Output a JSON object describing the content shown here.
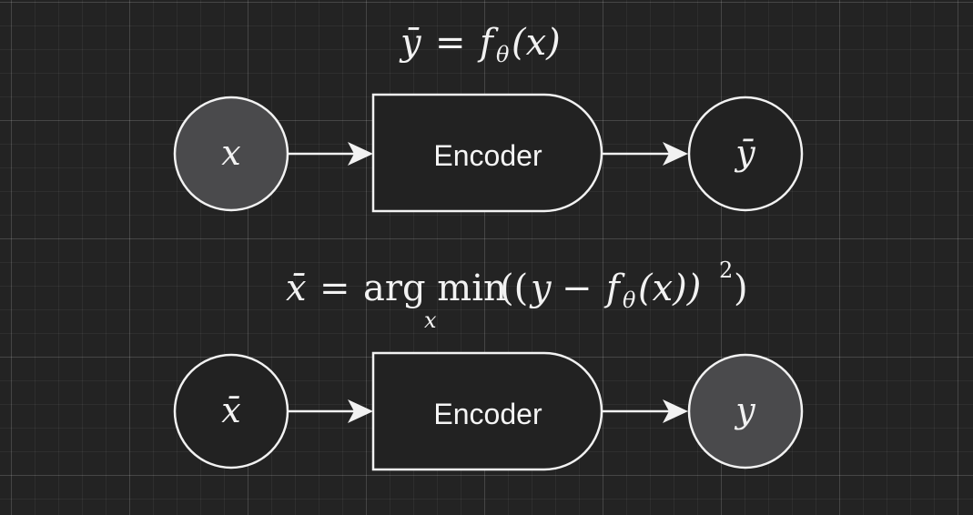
{
  "equations": {
    "top": {
      "lhs": "ȳ",
      "eq": "=",
      "f": "f",
      "sub": "θ",
      "arg": "(x)"
    },
    "bottom": {
      "lhs": "x̄",
      "eq": "=",
      "op": "arg min",
      "op_sub": "x",
      "open": "((",
      "y": "y",
      "minus": "−",
      "f": "f",
      "sub": "θ",
      "arg": "(x))",
      "sup": "2",
      "close": ")"
    }
  },
  "diagram_top": {
    "input": {
      "label": "x",
      "fill": "#4a4a4c"
    },
    "block": {
      "label": "Encoder"
    },
    "output": {
      "label": "ȳ",
      "fill": "#222222"
    }
  },
  "diagram_bottom": {
    "input": {
      "label": "x̄",
      "fill": "#222222"
    },
    "block": {
      "label": "Encoder"
    },
    "output": {
      "label": "y",
      "fill": "#4a4a4c"
    }
  },
  "colors": {
    "background": "#232323",
    "stroke": "#f2f2f2",
    "highlight_node": "#4a4a4c"
  }
}
